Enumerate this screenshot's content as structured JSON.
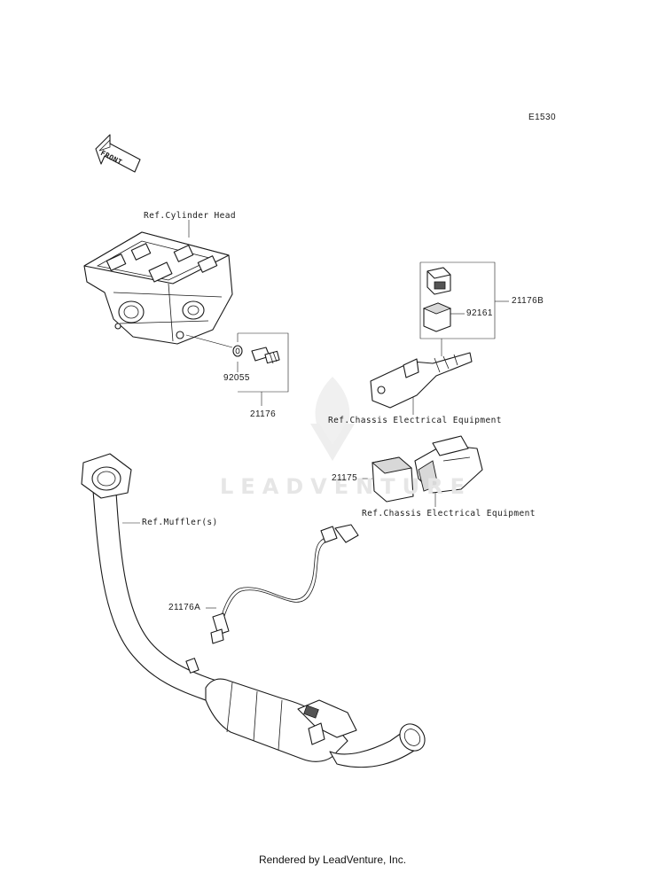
{
  "diagram_code": "E1530",
  "front_arrow_label": "FRONT",
  "watermark_text": "LEADVENTURE",
  "labels": {
    "cylinder_head": "Ref.Cylinder Head",
    "washer": "92055",
    "switch": "21176",
    "clip": "92161",
    "sensor_b": "21176B",
    "chassis_1": "Ref.Chassis Electrical Equipment",
    "sensor_21175": "21175",
    "chassis_2": "Ref.Chassis Electrical Equipment",
    "muffler": "Ref.Muffler(s)",
    "o2_sensor": "21176A"
  },
  "footer": "Rendered by LeadVenture, Inc."
}
